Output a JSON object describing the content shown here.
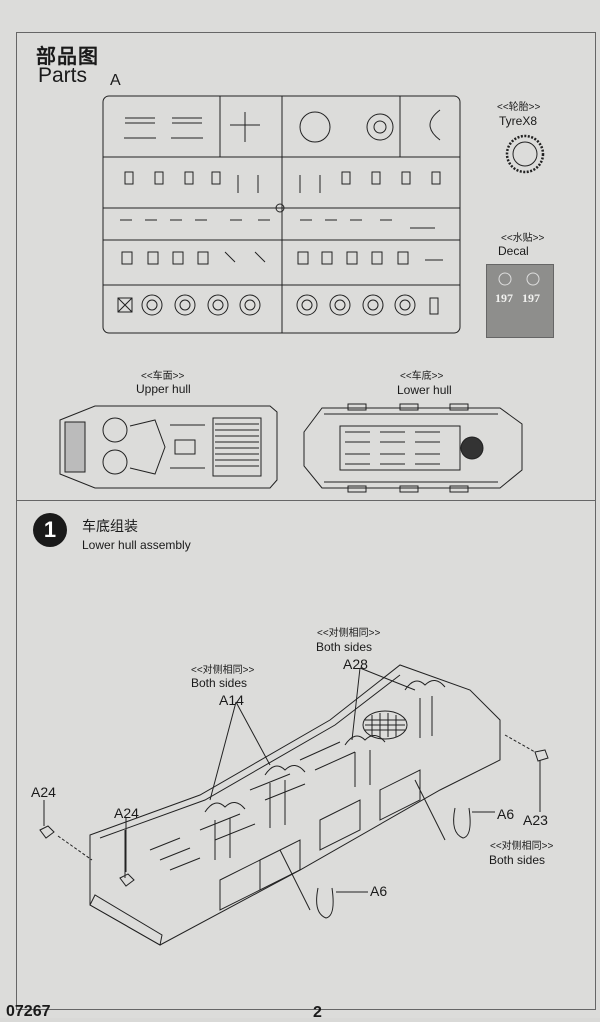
{
  "header": {
    "parts_cn": "部品图",
    "parts_en": "Parts",
    "sprue_letter": "A"
  },
  "parts_list": {
    "tyre": {
      "cn": "<<轮胎>>",
      "en": "TyreX8"
    },
    "decal": {
      "cn": "<<水贴>>",
      "en": "Decal",
      "numbers": [
        "197",
        "197"
      ]
    },
    "upper_hull": {
      "cn": "<<车面>>",
      "en": "Upper hull"
    },
    "lower_hull": {
      "cn": "<<车底>>",
      "en": "Lower hull"
    }
  },
  "step1": {
    "number": "1",
    "title_cn": "车底组装",
    "title_en": "Lower hull assembly",
    "notes": [
      {
        "cn": "<<对侧相同>>",
        "en": "Both sides"
      },
      {
        "cn": "<<对侧相同>>",
        "en": "Both sides"
      },
      {
        "cn": "<<对侧相同>>",
        "en": "Both sides"
      }
    ],
    "callouts": [
      "A28",
      "A14",
      "A24",
      "A24",
      "A6",
      "A23",
      "A6"
    ]
  },
  "footer": {
    "code": "07267",
    "page": "2"
  }
}
